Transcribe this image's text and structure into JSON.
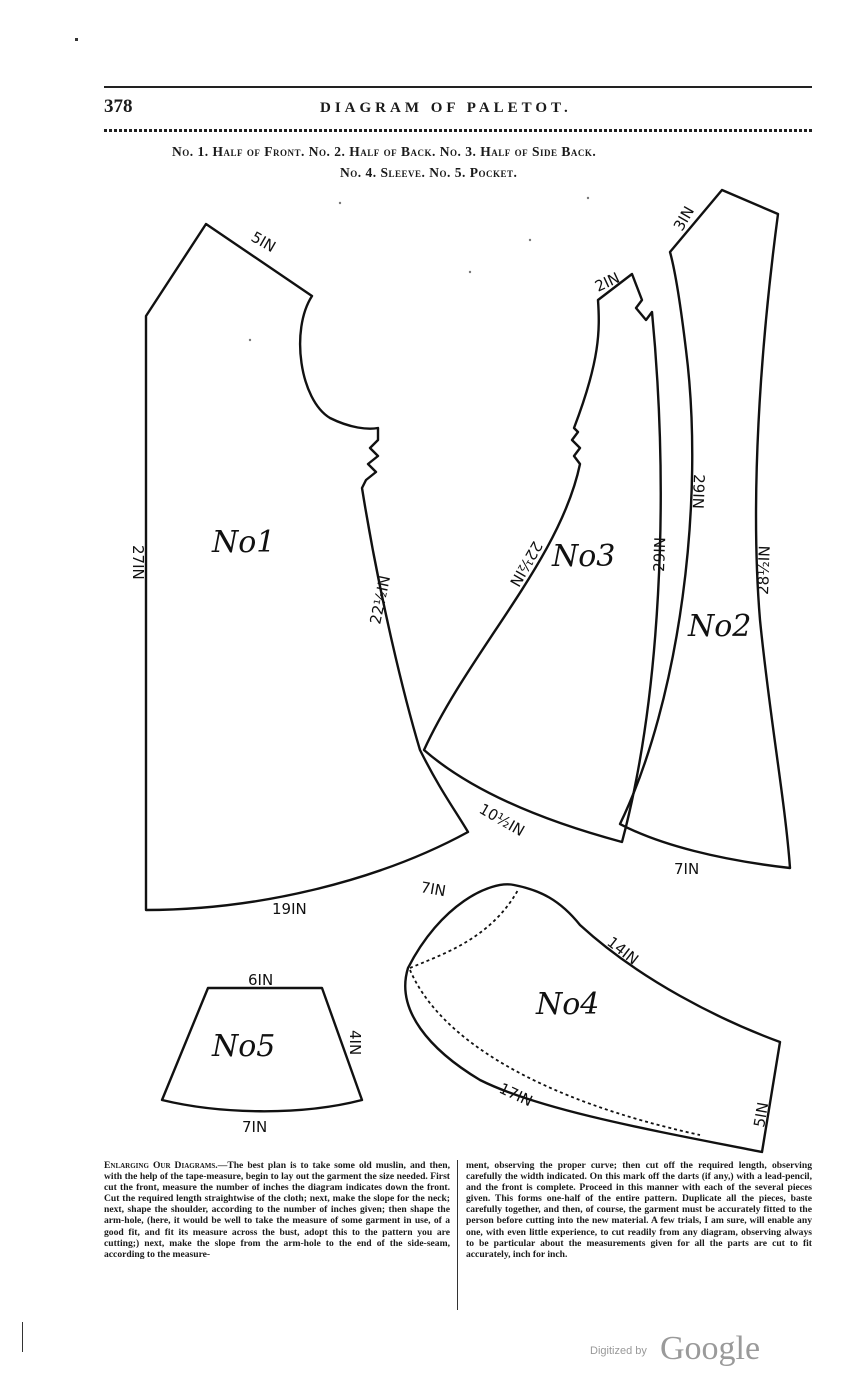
{
  "header": {
    "page_number": "378",
    "running_title": "DIAGRAM OF PALETOT."
  },
  "captions": {
    "line1": "No. 1. Half of Front.   No. 2. Half of Back.   No. 3. Half of Side Back.",
    "line2": "No. 4. Sleeve.   No. 5. Pocket."
  },
  "pieces": {
    "no1": {
      "label": "No1",
      "shoulder": "5IN",
      "length": "27IN",
      "side": "22½IN",
      "bottom": "19IN"
    },
    "no2": {
      "label": "No2",
      "shoulder": "3IN",
      "back": "28½IN",
      "side": "29IN",
      "bottom": "7IN"
    },
    "no3": {
      "label": "No3",
      "shoulder": "2IN",
      "length": "22½IN",
      "side": "29IN",
      "bottom": "10½IN"
    },
    "no4": {
      "label": "No4",
      "top": "7IN",
      "upper": "14IN",
      "lower": "17IN",
      "cuff": "5IN"
    },
    "no5": {
      "label": "No5",
      "top": "6IN",
      "side": "4IN",
      "bottom": "7IN"
    }
  },
  "text": {
    "heading": "Enlarging Our Diagrams.",
    "left_column": "—The best plan is to take some old muslin, and then, with the help of the tape-measure, begin to lay out the garment the size needed. First cut the front, measure the number of inches the diagram indicates down the front. Cut the required length straightwise of the cloth; next, make the slope for the neck; next, shape the shoulder, according to the number of inches given; then shape the arm-hole, (here, it would be well to take the measure of some garment in use, of a good fit, and fit its measure across the bust, adopt this to the pattern you are cutting;) next, make the slope from the arm-hole to the end of the side-seam, according to the measure-",
    "right_column": "ment, observing the proper curve; then cut off the required length, observing carefully the width indicated. On this mark off the darts (if any,) with a lead-pencil, and the front is complete. Proceed in this manner with each of the several pieces given. This forms one-half of the entire pattern. Duplicate all the pieces, baste carefully together, and then, of course, the garment must be accurately fitted to the person before cutting into the new material. A few trials, I am sure, will enable any one, with even little experience, to cut readily from any diagram, observing always to be particular about the measurements given for all the parts are cut to fit accurately, inch for inch."
  },
  "footer": {
    "digitized_by": "Digitized by",
    "logo": "Google"
  }
}
